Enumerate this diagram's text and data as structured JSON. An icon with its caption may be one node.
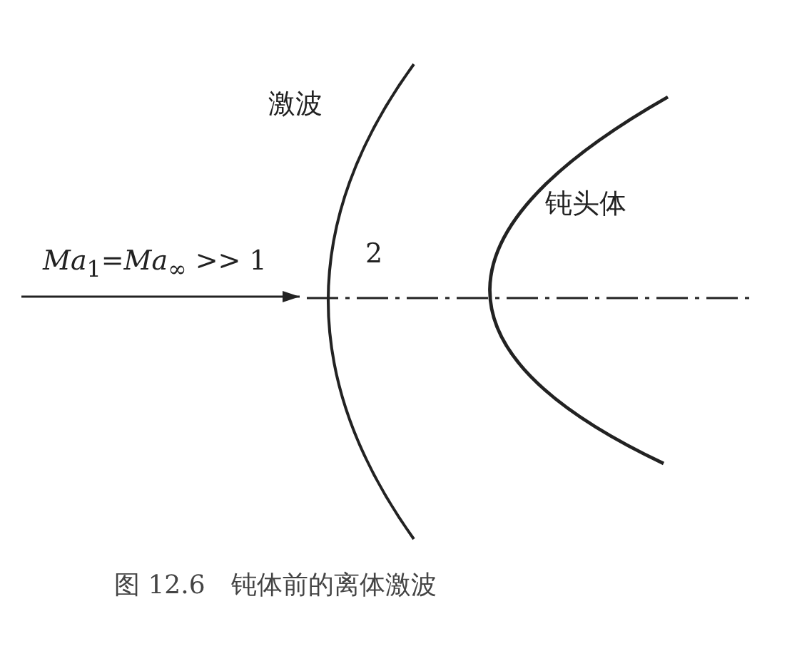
{
  "diagram": {
    "caption": "图 12.6　钝体前的离体激波",
    "labels": [
      "激波",
      "钝头体",
      "2",
      "*Ma*$_{1}$=*Ma*$_{∞}$ >> 1"
    ]
  }
}
